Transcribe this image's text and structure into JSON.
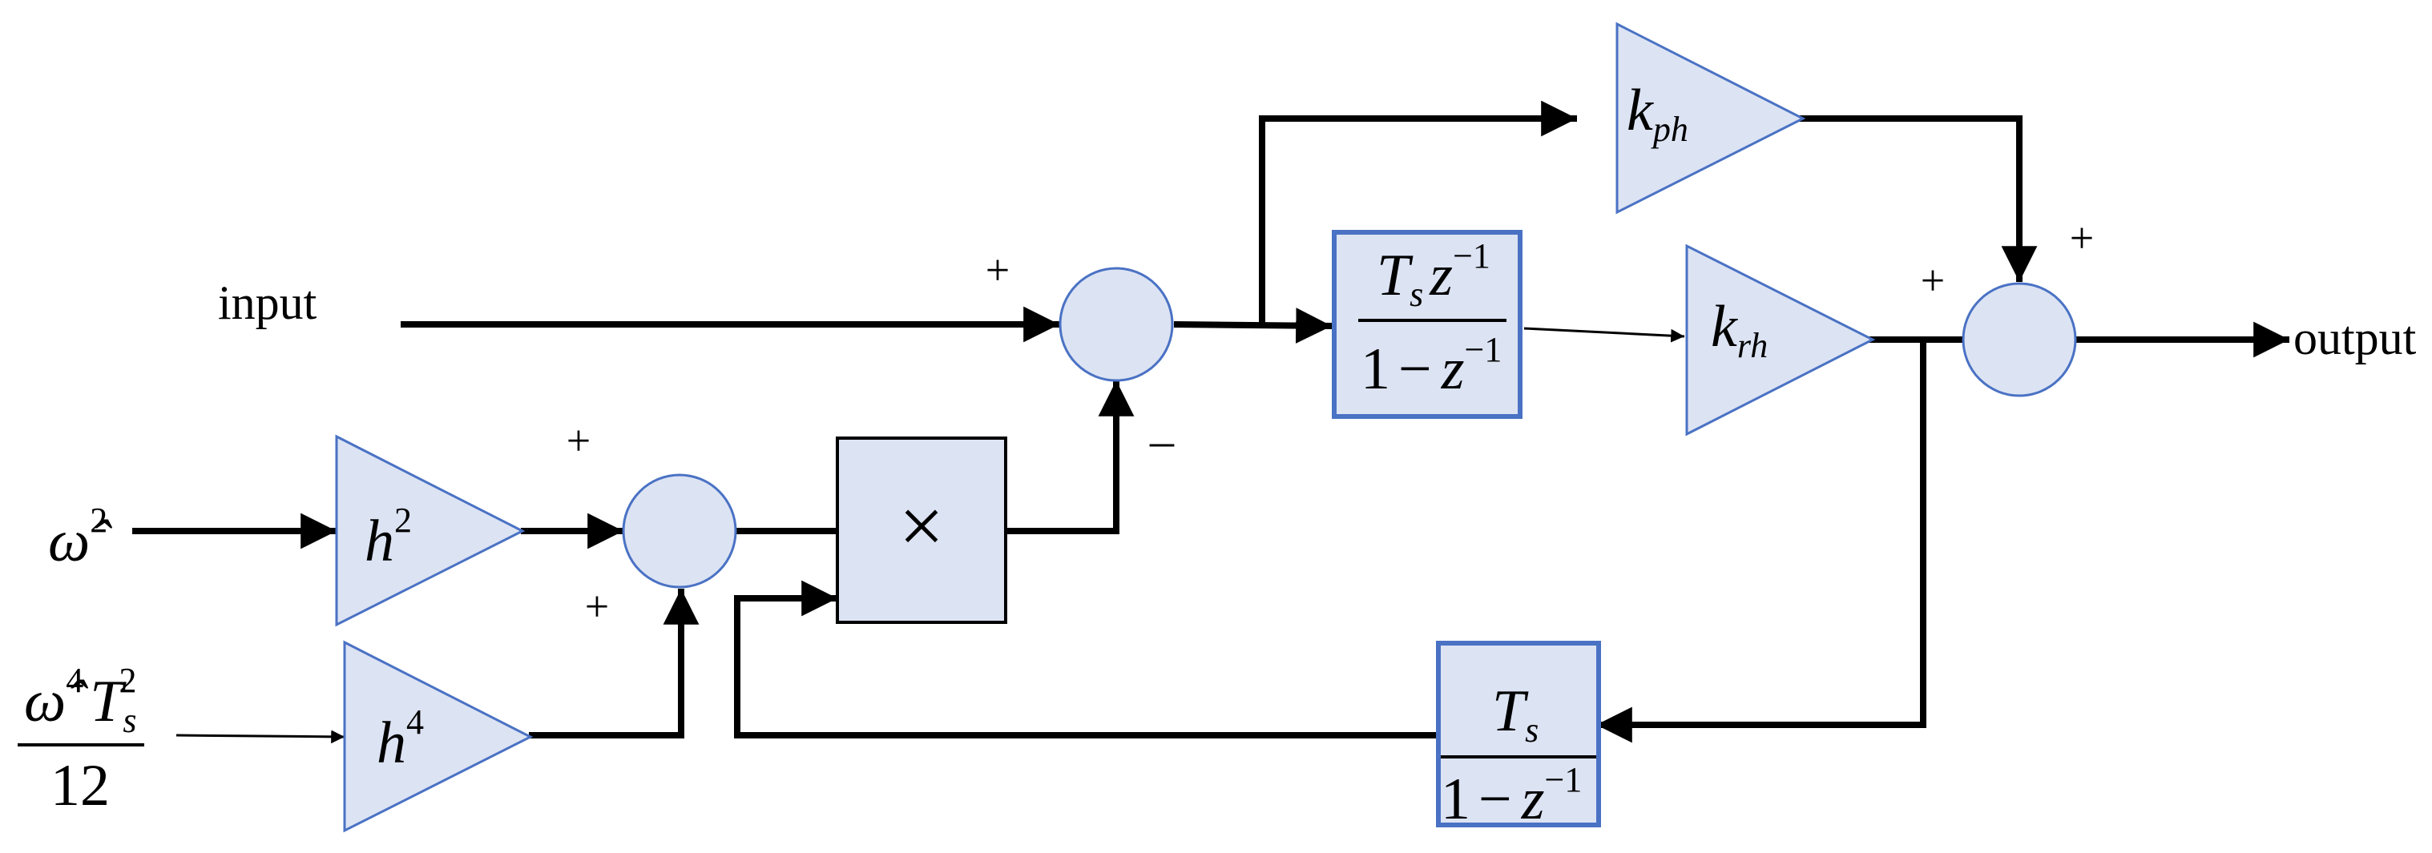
{
  "labels": {
    "input": "input",
    "output": "output"
  },
  "signs": {
    "sum1_plus": "+",
    "sum1_minus": "–",
    "sum2_top_plus": "+",
    "sum2_bottom_plus": "+",
    "sum3_top_plus": "+",
    "sum3_left_plus": "+"
  },
  "multiplier_symbol": "×",
  "inputs": {
    "omega_hat": "ω̂",
    "power_2": "2",
    "power_4": "4",
    "Ts_T": "T",
    "Ts_sub": "s",
    "Ts_power": "2",
    "denominator": "12"
  },
  "gains": {
    "h2_base": "h",
    "h2_exp": "2",
    "h4_base": "h",
    "h4_exp": "4",
    "kph_base": "k",
    "kph_sub": "ph",
    "krh_base": "k",
    "krh_sub": "rh"
  },
  "blocks": {
    "integrator_top": {
      "num_T": "T",
      "num_sub": "s",
      "num_z": "z",
      "num_exp": "−1",
      "den_one": "1",
      "den_minus": "−",
      "den_z": "z",
      "den_exp": "−1"
    },
    "integrator_bottom": {
      "num_T": "T",
      "num_sub": "s",
      "den_one": "1",
      "den_minus": "−",
      "den_z": "z",
      "den_exp": "−1"
    }
  },
  "colors": {
    "block_fill": "#dce3f3",
    "block_stroke": "#4a72c4",
    "wire": "#000000"
  }
}
